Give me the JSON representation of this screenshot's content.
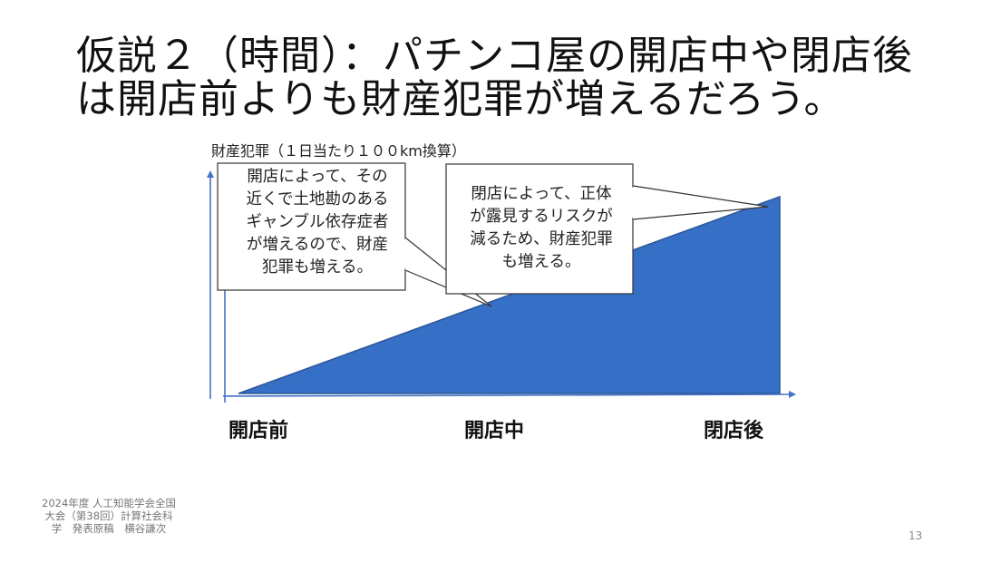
{
  "slide": {
    "title": "仮説２（時間）：パチンコ屋の開店中や閉店後は開店前よりも財産犯罪が増えるだろう。",
    "page_number": "13",
    "footer": "2024年度 人工知能学会全国\n大会（第38回）計算社会科\n学　発表原稿　横谷謙次"
  },
  "diagram": {
    "y_axis_label": "財産犯罪（１日当たり１００km換算）",
    "x_labels": [
      "開店前",
      "開店中",
      "閉店後"
    ],
    "fill_color": "#3670C6",
    "axis_color": "#4472C4",
    "callouts": [
      {
        "text": "開店によって、その\n近くで土地勘のある\nギャンブル依存症者\nが増えるので、財産\n犯罪も増える。"
      },
      {
        "text": "閉店によって、正体\nが露見するリスクが\n減るため、財産犯罪\nも増える。"
      }
    ]
  },
  "chart_data": {
    "type": "area",
    "title": "仮説２（時間）：パチンコ屋の開店中や閉店後は開店前よりも財産犯罪が増えるだろう。",
    "xlabel": "",
    "ylabel": "財産犯罪（１日当たり１００km換算）",
    "categories": [
      "開店前",
      "開店中",
      "閉店後"
    ],
    "series": [
      {
        "name": "財産犯罪",
        "values": [
          0,
          0.5,
          1.0
        ]
      }
    ],
    "annotations": [
      "開店によって、その近くで土地勘のあるギャンブル依存症者が増えるので、財産犯罪も増える。",
      "閉店によって、正体が露見するリスクが減るため、財産犯罪も増える。"
    ],
    "grid": false,
    "legend": "none",
    "note": "Conceptual diagram; y-axis has no numeric ticks (values are relative)."
  }
}
